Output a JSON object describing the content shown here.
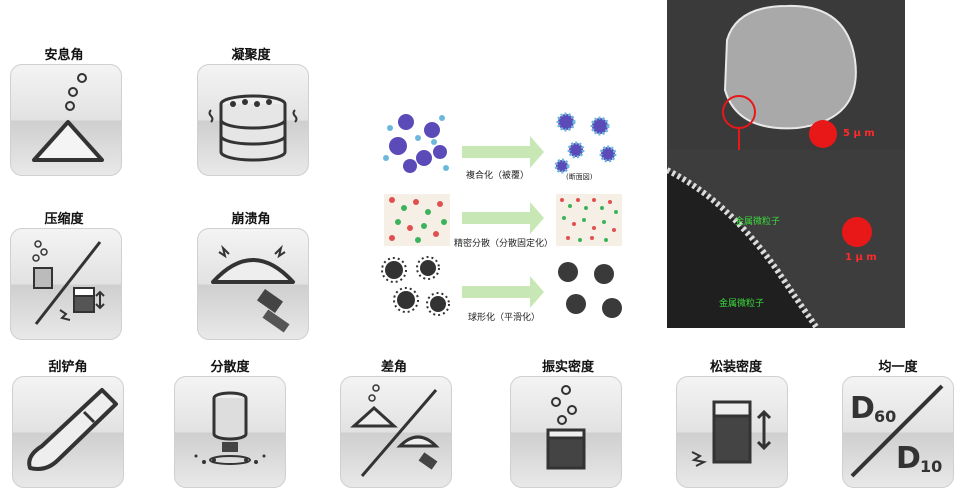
{
  "properties_top": [
    {
      "key": "angle_of_repose",
      "label": "安息角",
      "icon": "angle-of-repose-icon"
    },
    {
      "key": "cohesion",
      "label": "凝聚度",
      "icon": "cohesion-icon"
    },
    {
      "key": "compressibility",
      "label": "压缩度",
      "icon": "compressibility-icon"
    },
    {
      "key": "angle_of_collapse",
      "label": "崩溃角",
      "icon": "collapse-angle-icon"
    }
  ],
  "properties_bottom": [
    {
      "key": "angle_of_spatula",
      "label": "刮铲角",
      "icon": "spatula-angle-icon"
    },
    {
      "key": "dispersibility",
      "label": "分散度",
      "icon": "dispersibility-icon"
    },
    {
      "key": "angle_of_difference",
      "label": "差角",
      "icon": "difference-angle-icon"
    },
    {
      "key": "tapped_density",
      "label": "振实密度",
      "icon": "tapped-density-icon"
    },
    {
      "key": "aerated_density",
      "label": "松装密度",
      "icon": "aerated-density-icon"
    },
    {
      "key": "uniformity",
      "label": "均一度",
      "icon": "uniformity-icon"
    }
  ],
  "uniformity_text": {
    "d60": "D",
    "d60_sub": "60",
    "d10": "D",
    "d10_sub": "10"
  },
  "processes": [
    {
      "label": "複合化（被覆）",
      "sub": "(断面図)"
    },
    {
      "label": "精密分散（分散固定化）"
    },
    {
      "label": "球形化（平滑化）"
    }
  ],
  "micrograph": {
    "scale_top": "5 μ m",
    "scale_bottom": "1 μ m",
    "label_upper": "金属微粒子",
    "label_lower": "金属微粒子"
  },
  "colors": {
    "arrow_green": "#c7e8b5",
    "marker_red": "#e81818",
    "label_green": "#3cdc3c"
  }
}
